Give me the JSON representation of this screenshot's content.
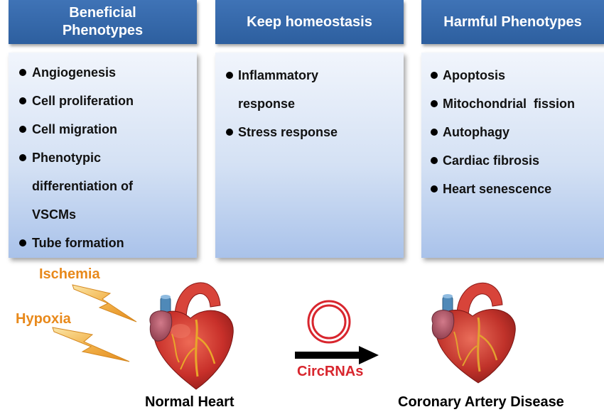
{
  "panels": [
    {
      "title": [
        "Beneficial",
        "Phenotypes"
      ],
      "items": [
        "Angiogenesis",
        "Cell proliferation",
        "Cell migration",
        "Phenotypic",
        "differentiation of",
        "VSCMs",
        "Tube formation"
      ],
      "bullets": [
        true,
        true,
        true,
        true,
        false,
        false,
        true
      ]
    },
    {
      "title": [
        "Keep homeostasis"
      ],
      "items": [
        "Inflammatory",
        "response",
        "Stress response"
      ],
      "bullets": [
        true,
        false,
        true
      ]
    },
    {
      "title": [
        "Harmful Phenotypes"
      ],
      "items": [
        "Apoptosis",
        "Mitochondrial  fission",
        "Autophagy",
        "Cardiac fibrosis",
        "Heart senescence"
      ],
      "bullets": [
        true,
        true,
        true,
        true,
        true
      ]
    }
  ],
  "stimuli": [
    "Ischemia",
    "Hypoxia"
  ],
  "normal_heart_label": "Normal Heart",
  "disease_heart_label": "Coronary Artery Disease",
  "circrna_label": "CircRNAs",
  "colors": {
    "header_blue": "#2d5f9f",
    "stimulus_orange": "#e8891b",
    "circrna_red": "#d8262e",
    "heart_red": "#c8302a"
  }
}
